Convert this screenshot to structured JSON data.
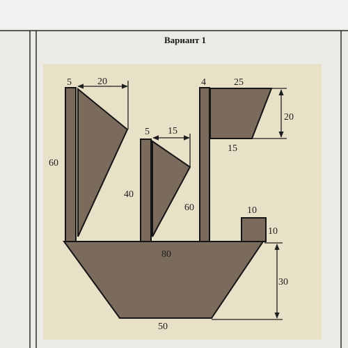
{
  "worksheet": {
    "title": "Вариант 1"
  },
  "figure": {
    "subject": "sailing ship composed of rectangles, triangles and trapezoids",
    "colors": {
      "shape_fill": "#7b6b5c",
      "outline": "#151515",
      "background_tint": "#e9e2ca"
    },
    "dimensions": {
      "left_mast_width": "5",
      "left_sail_width": "20",
      "left_mast_height": "60",
      "mid_mast_width": "5",
      "mid_sail_width": "15",
      "mid_mast_height": "40",
      "right_mast_width": "4",
      "flag_top": "25",
      "flag_height": "20",
      "flag_bottom": "15",
      "right_mast_height": "60",
      "cabin_width": "10",
      "cabin_height": "10",
      "hull_top": "80",
      "hull_height": "30",
      "hull_bottom": "50"
    }
  }
}
